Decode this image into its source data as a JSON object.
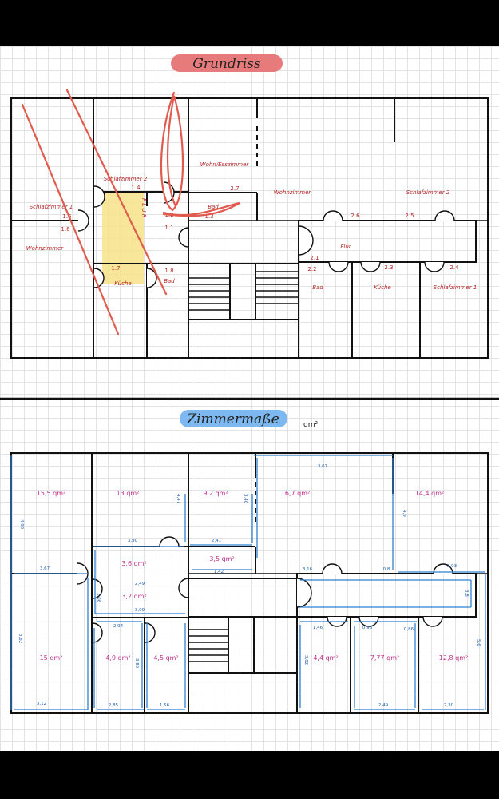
{
  "titles": {
    "top": "Grundriss",
    "bottom": "Zimmermaße",
    "unit": "qm²"
  },
  "colors": {
    "top_pill": "#e77b7b",
    "bottom_pill": "#7db8f0",
    "wall": "#111111",
    "room_label": "#b32626",
    "area_label": "#c0308a",
    "dimension": "#2f7fd4",
    "strike": "#e05a4e",
    "highlight": "#f7e28a"
  },
  "grundriss": {
    "rooms": {
      "schlafzimmer2_left": "Schlafzimmer 2",
      "schlafzimmer1_left": "Schlafzimmer 1",
      "wohnzimmer_left": "Wohnzimmer",
      "flur_left": "F L U R",
      "kueche_left": "Küche",
      "bad_small": "Bad",
      "bad_left": "Bad",
      "wohn_ess": "Wohn/Esszimmer",
      "wohnzimmer_right": "Wohnzimmer",
      "schlafzimmer2_right": "Schlafzimmer 2",
      "flur_right": "Flur",
      "bad_right": "Bad",
      "kueche_right": "Küche",
      "schlafzimmer1_right": "Schlafzimmer 1"
    },
    "numbers": {
      "n14": "1.4",
      "n15": "1.5",
      "n16": "1.6",
      "n17": "1.7",
      "n18": "1.8",
      "n11": "1.1",
      "n12": "1.2",
      "n13": "1.3",
      "n27": "2.7",
      "n26": "2.6",
      "n25": "2.5",
      "n21": "2.1",
      "n22": "2.2",
      "n23": "2.3",
      "n24": "2.4"
    }
  },
  "zimmermasse": {
    "areas": {
      "a1": "15,5 qm²",
      "a2": "13 qm²",
      "a3": "9,2 qm²",
      "a4": "16,7 qm²",
      "a5": "14,4 qm²",
      "a6": "3,6 qm²",
      "a7": "3,5 qm²",
      "a8": "3,2 qm²",
      "a9": "15 qm²",
      "a10": "4,9 qm²",
      "a11": "4,5 qm²",
      "a12": "4,4 qm²",
      "a13": "7,77 qm²",
      "a14": "12,8 qm²"
    },
    "dims": {
      "d1": "3,67",
      "d2": "4,92",
      "d3": "3,67",
      "d4": "3,90",
      "d5": "2,41",
      "d6": "1,42",
      "d7": "2,49",
      "d8": "3,09",
      "d9": "3,16",
      "d10": "2,93",
      "d11": "3,12",
      "d12": "2,85",
      "d13": "1,56",
      "d14": "2,49",
      "d15": "2,30",
      "d16": "1,46",
      "d17": "0,96",
      "d18": "0,86",
      "d19": "5,6",
      "d20": "4,9",
      "d21": "3,40",
      "d22": "3,82",
      "d23": "3,82",
      "d24": "3,82",
      "d25": "2,94",
      "d26": "0,8",
      "d27": "4,47",
      "d28": "1,06",
      "d29": "3,8"
    }
  }
}
